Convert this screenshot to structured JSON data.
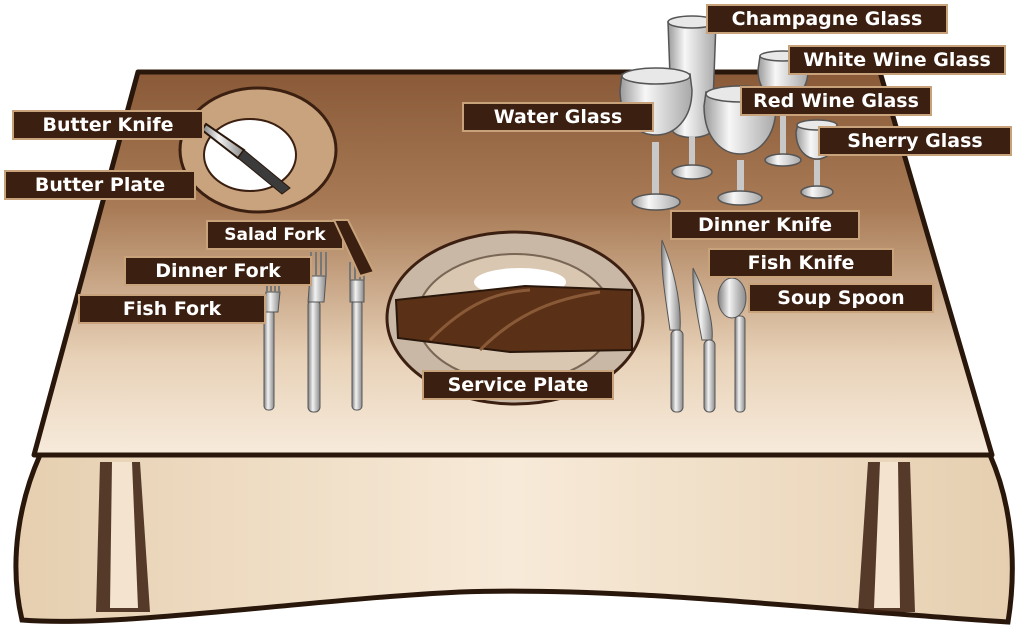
{
  "labels": {
    "champagne_glass": "Champagne Glass",
    "white_wine_glass": "White Wine Glass",
    "red_wine_glass": "Red Wine Glass",
    "sherry_glass": "Sherry Glass",
    "water_glass": "Water Glass",
    "butter_knife": "Butter Knife",
    "butter_plate": "Butter Plate",
    "salad_fork": "Salad Fork",
    "dinner_fork": "Dinner Fork",
    "fish_fork": "Fish Fork",
    "dinner_knife": "Dinner Knife",
    "fish_knife": "Fish Knife",
    "soup_spoon": "Soup Spoon",
    "service_plate": "Service Plate"
  },
  "colors": {
    "label_bg": "#3b1f10",
    "label_border": "#c8a27a",
    "table_top_dark": "#8a5a38",
    "table_top_light": "#f7ebdc",
    "tablecloth": "#f1e2cc",
    "outline": "#2a170b",
    "napkin": "#5a3116",
    "silver": "#c8c8c8"
  }
}
